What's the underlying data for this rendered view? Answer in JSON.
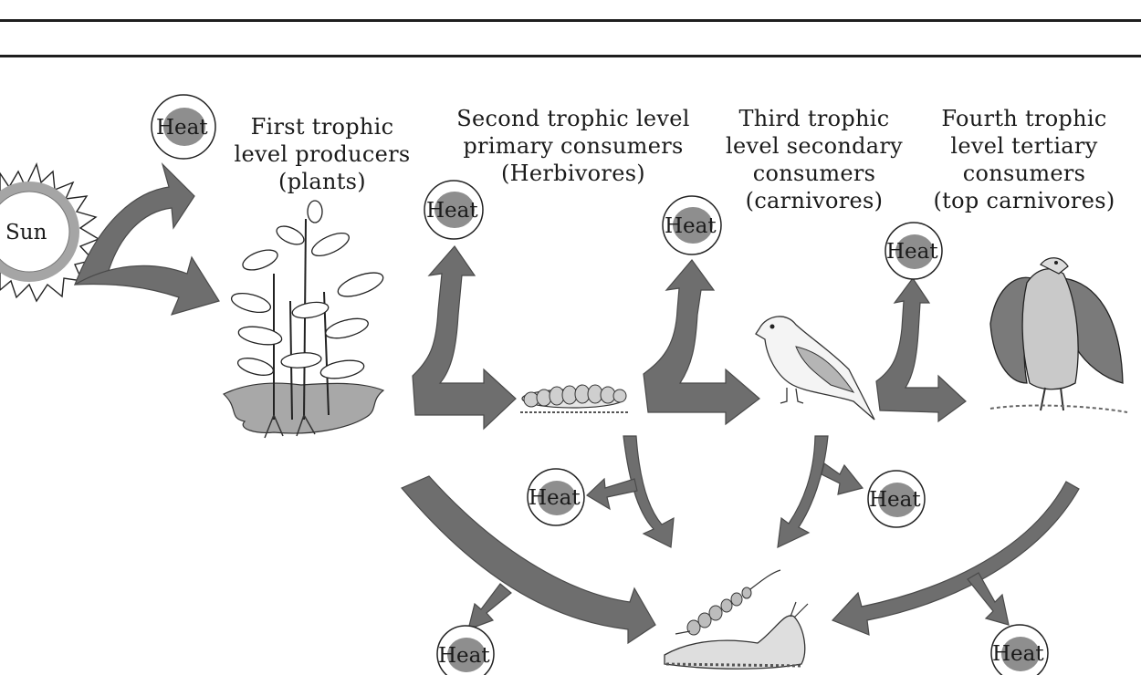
{
  "diagram": {
    "sun_label": "Sun",
    "heat_label": "Heat",
    "levels": [
      {
        "id": "first",
        "label": "First trophic\nlevel producers\n(plants)"
      },
      {
        "id": "second",
        "label": "Second trophic level\nprimary consumers\n(Herbivores)"
      },
      {
        "id": "third",
        "label": "Third trophic\nlevel  secondary\nconsumers\n(carnivores)"
      },
      {
        "id": "fourth",
        "label": "Fourth trophic\nlevel tertiary\nconsumers\n(top carnivores)"
      }
    ],
    "organisms": [
      {
        "name": "plants",
        "level": "first"
      },
      {
        "name": "caterpillar",
        "level": "second"
      },
      {
        "name": "sparrow",
        "level": "third"
      },
      {
        "name": "vulture",
        "level": "fourth"
      },
      {
        "name": "decomposers",
        "level": "bottom"
      }
    ],
    "colors": {
      "arrow": "#6e6e6e",
      "arrow_stroke": "#4a4a4a",
      "heat_blob": "#8e8e8e",
      "line": "#1e1e1e"
    }
  }
}
